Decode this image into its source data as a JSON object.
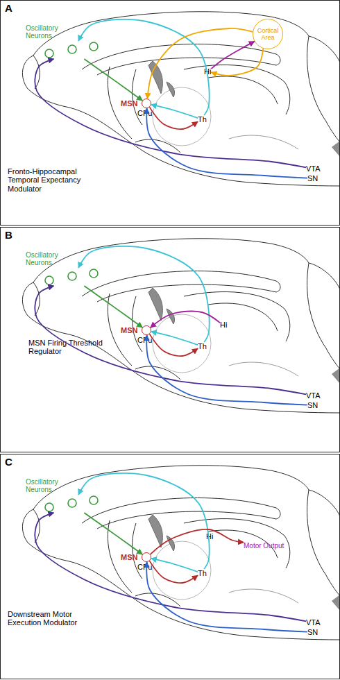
{
  "diagram": {
    "nodes": [
      {
        "text": [
          "A",
          "Fronto-Hippocampal Temporal Expectancy Modulator"
        ]
      },
      {
        "text": [
          "Cortical Area"
        ],
        "in": 0
      },
      {
        "text": [
          "Hi"
        ],
        "in": 0
      },
      {
        "text": [
          "Oscillatory Neurons"
        ],
        "in": 0
      },
      {
        "text": [
          "MSN"
        ],
        "in": 0
      },
      {
        "text": [
          "Th"
        ],
        "in": 0
      },
      {
        "text": [
          "VTA"
        ],
        "in": 0
      },
      {
        "text": [
          "SN"
        ],
        "in": 0
      },
      {
        "text": [
          "B",
          "MSN Firing Threshold Regulator"
        ]
      },
      {
        "text": [
          "Oscillatory Neurons"
        ],
        "in": 8
      },
      {
        "text": [
          "MSN"
        ],
        "in": 8
      },
      {
        "text": [
          "Hi"
        ],
        "in": 8
      },
      {
        "text": [
          "Th"
        ],
        "in": 8
      },
      {
        "text": [
          "VTA"
        ],
        "in": 8
      },
      {
        "text": [
          "SN"
        ],
        "in": 8
      },
      {
        "text": [
          "C",
          "Downstream Motor Execution Modulator"
        ]
      },
      {
        "text": [
          "Oscillatory Neurons"
        ],
        "in": 15
      },
      {
        "text": [
          "Hi"
        ],
        "in": 15
      },
      {
        "text": [
          "Motor Output"
        ],
        "in": 15
      },
      {
        "text": [
          "MSN"
        ],
        "in": 15
      },
      {
        "text": [
          "Th"
        ],
        "in": 15
      },
      {
        "text": [
          "VTA"
        ],
        "in": 15
      },
      {
        "text": [
          "SN"
        ],
        "in": 15
      }
    ],
    "edges": [
      {
        "from": 6,
        "to": 3,
        "arrow": "to"
      },
      {
        "from": 7,
        "to": 4,
        "arrow": "to"
      },
      {
        "from": 5,
        "to": 3,
        "arrow": "to"
      },
      {
        "from": 5,
        "to": 4,
        "arrow": "to"
      },
      {
        "from": 3,
        "to": 4,
        "arrow": "to"
      },
      {
        "from": 4,
        "to": 5,
        "arrow": "to"
      },
      {
        "from": 1,
        "to": 4,
        "arrow": "to"
      },
      {
        "from": 1,
        "to": 2,
        "arrow": "to"
      },
      {
        "from": 2,
        "to": 1,
        "arrow": "to"
      },
      {
        "from": 13,
        "to": 9,
        "arrow": "to"
      },
      {
        "from": 14,
        "to": 10,
        "arrow": "to"
      },
      {
        "from": 12,
        "to": 9,
        "arrow": "to"
      },
      {
        "from": 12,
        "to": 10,
        "arrow": "to"
      },
      {
        "from": 9,
        "to": 10,
        "arrow": "to"
      },
      {
        "from": 10,
        "to": 12,
        "arrow": "to"
      },
      {
        "from": 11,
        "to": 10,
        "arrow": "to"
      },
      {
        "from": 21,
        "to": 16,
        "arrow": "to"
      },
      {
        "from": 22,
        "to": 19,
        "arrow": "to"
      },
      {
        "from": 20,
        "to": 16,
        "arrow": "to"
      },
      {
        "from": 20,
        "to": 19,
        "arrow": "to"
      },
      {
        "from": 16,
        "to": 19,
        "arrow": "to"
      },
      {
        "from": 19,
        "to": 20,
        "arrow": "to"
      },
      {
        "from": 19,
        "to": 18,
        "arrow": "to"
      }
    ],
    "labels": [
      "CPu",
      "CPu",
      "CPu"
    ]
  }
}
